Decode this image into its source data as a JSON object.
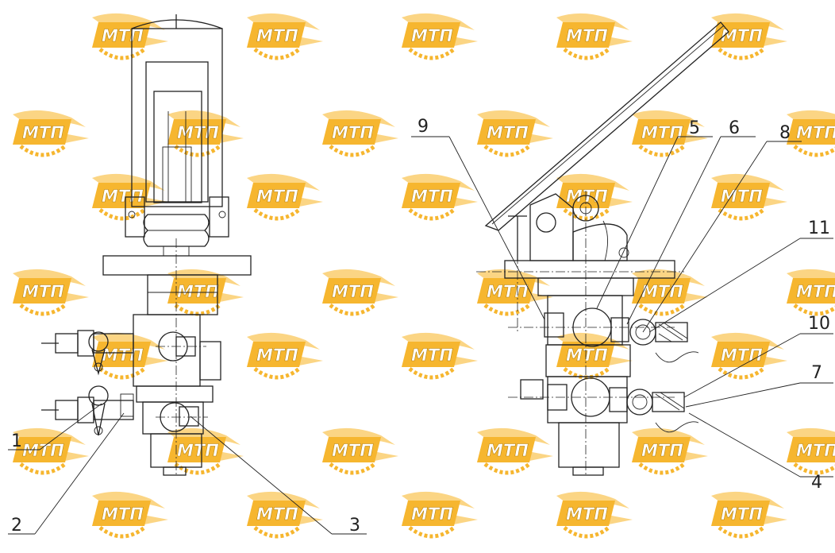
{
  "watermark": {
    "text": "МТП",
    "color": "#f6b01e",
    "shadow": "#fbd27a"
  },
  "callouts": [
    "1",
    "2",
    "3",
    "4",
    "5",
    "6",
    "7",
    "8",
    "9",
    "10",
    "11"
  ],
  "line_color": "#222222"
}
